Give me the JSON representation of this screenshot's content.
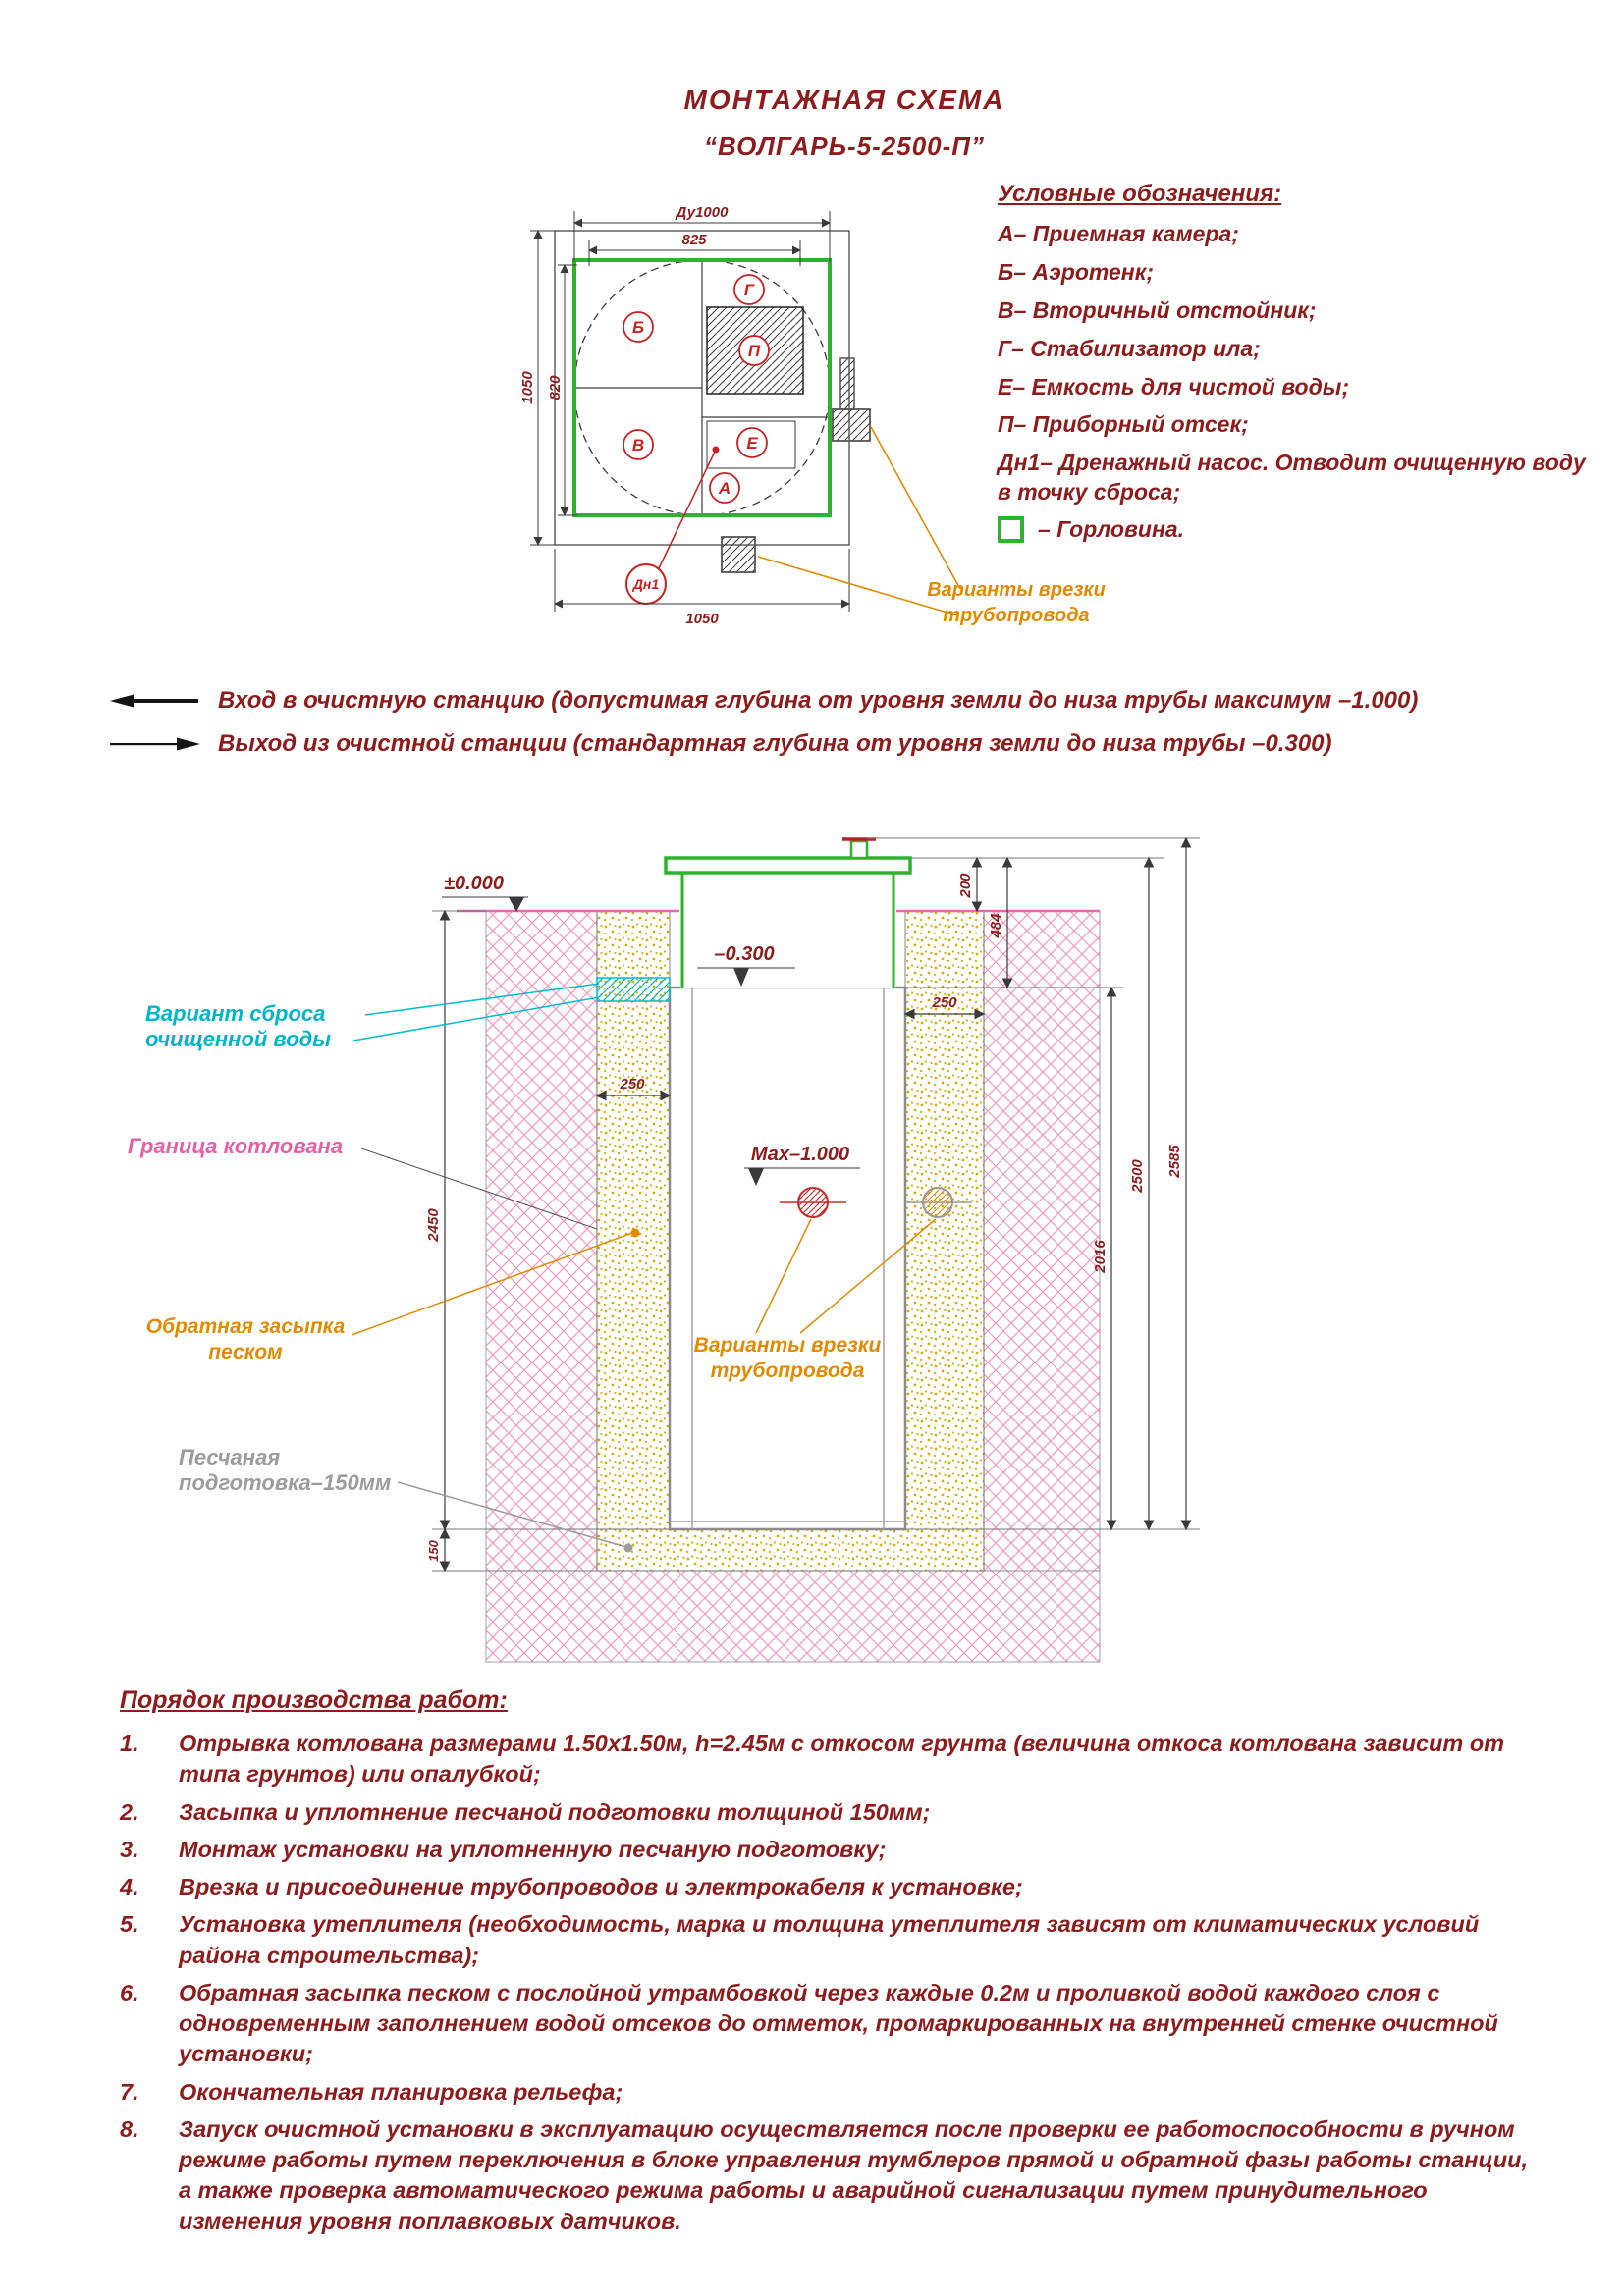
{
  "title": {
    "line1": "МОНТАЖНАЯ СХЕМА",
    "line2": "“ВОЛГАРЬ-5-2500-П”"
  },
  "plan": {
    "dim_diameter": "Ду1000",
    "dim_825": "825",
    "dim_1050_left": "1050",
    "dim_820": "820",
    "dim_1050_bottom": "1050",
    "compartments": {
      "b": "Б",
      "g": "Г",
      "p": "П",
      "v": "В",
      "e": "Е",
      "a": "А"
    },
    "pump_label": "Дн1",
    "tap_note_line1": "Варианты врезки",
    "tap_note_line2": "трубопровода"
  },
  "legend": {
    "title": "Условные обозначения:",
    "items": [
      "А– Приемная камера;",
      "Б– Аэротенк;",
      "В– Вторичный отстойник;",
      "Г– Стабилизатор ила;",
      "Е– Емкость для чистой воды;",
      "П– Приборный отсек;",
      "Дн1– Дренажный насос. Отводит очищенную воду в точку сброса;"
    ],
    "gorlovina": "– Горловина."
  },
  "flow_notes": {
    "inlet": "Вход в очистную станцию (допустимая глубина от уровня земли до низа трубы максимум –1.000)",
    "outlet": "Выход из очистной станции (стандартная глубина от уровня земли до низа трубы –0.300)"
  },
  "section": {
    "levels": {
      "zero": "±0.000",
      "minus_0_300": "–0.300",
      "max_depth": "Мах–1.000"
    },
    "dims": {
      "d200": "200",
      "d484": "484",
      "d250_left": "250",
      "d250_right": "250",
      "d2450": "2450",
      "d150": "150",
      "d2016": "2016",
      "d2500": "2500",
      "d2585": "2585"
    },
    "labels": {
      "discharge_1": "Вариант сброса",
      "discharge_2": "очищенной воды",
      "pit_boundary": "Граница котлована",
      "backfill_1": "Обратная засыпка",
      "backfill_2": "песком",
      "sand_prep_1": "Песчаная",
      "sand_prep_2": "подготовка–150мм",
      "tap_1": "Варианты врезки",
      "tap_2": "трубопровода"
    }
  },
  "work_order": {
    "title": "Порядок производства работ:",
    "items": [
      {
        "num": "1.",
        "text": "Отрывка котлована размерами 1.50х1.50м, h=2.45м с откосом грунта (величина откоса котлована зависит от типа грунтов) или опалубкой;"
      },
      {
        "num": "2.",
        "text": "Засыпка и уплотнение песчаной подготовки толщиной 150мм;"
      },
      {
        "num": "3.",
        "text": "Монтаж установки на уплотненную песчаную подготовку;"
      },
      {
        "num": "4.",
        "text": "Врезка и присоединение трубопроводов и электрокабеля к установке;"
      },
      {
        "num": "5.",
        "text": "Установка утеплителя (необходимость, марка и толщина утеплителя зависят от климатических условий района строительства);"
      },
      {
        "num": "6.",
        "text": "Обратная засыпка песком с послойной утрамбовкой через каждые 0.2м и проливкой водой каждого слоя с одновременным заполнением водой отсеков до отметок, промаркированных на внутренней стенке очистной установки;"
      },
      {
        "num": "7.",
        "text": "Окончательная планировка рельефа;"
      },
      {
        "num": "8.",
        "text": "Запуск очистной установки в эксплуатацию осуществляется после проверки ее работоспособности в ручном режиме работы путем переключения в блоке управления тумблеров прямой и обратной фазы работы станции, а также проверка автоматического режима работы и аварийной сигнализации путем принудительного изменения уровня поплавковых датчиков."
      }
    ]
  }
}
